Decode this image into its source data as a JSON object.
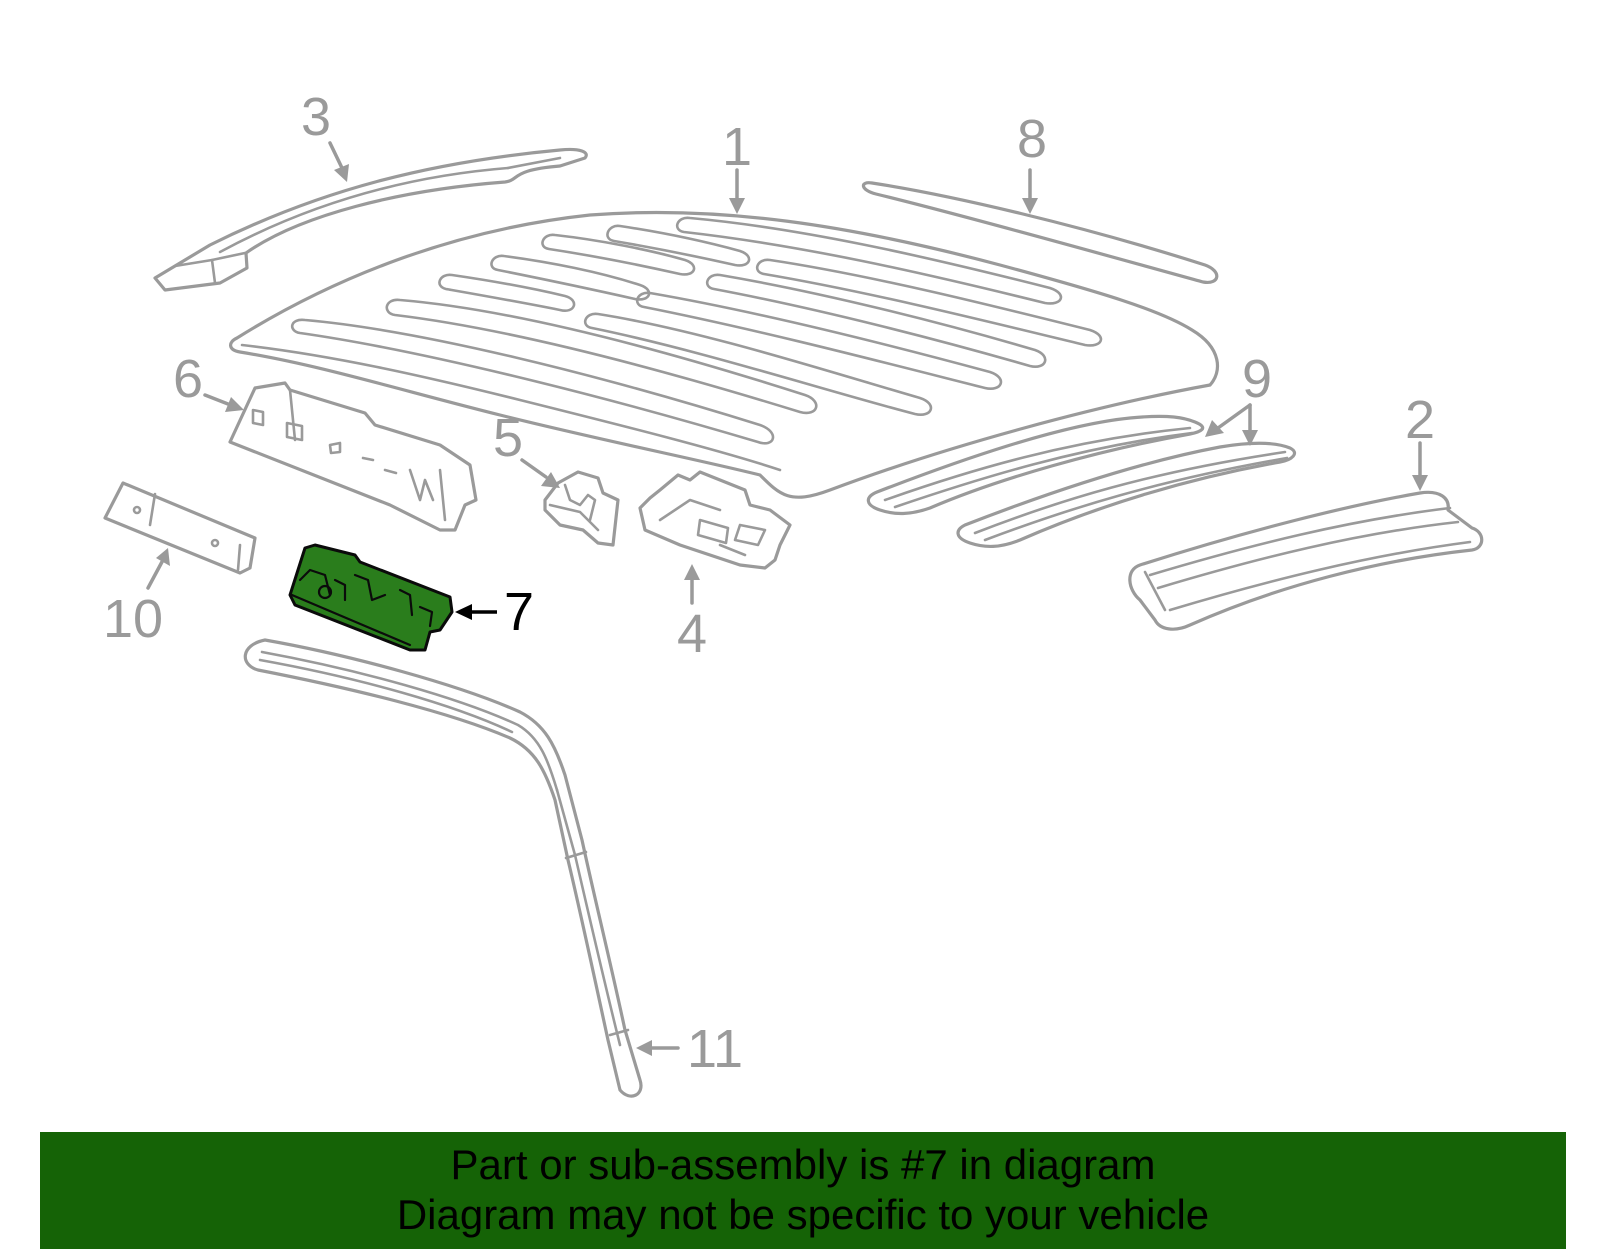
{
  "diagram": {
    "callouts": {
      "part_1": "1",
      "part_2": "2",
      "part_3": "3",
      "part_4": "4",
      "part_5": "5",
      "part_6": "6",
      "part_7": "7",
      "part_8": "8",
      "part_9": "9",
      "part_10": "10",
      "part_11": "11"
    },
    "highlighted_part": "7",
    "colors": {
      "highlight_fill": "#2a7d1c",
      "line_art": "#9a9a9a",
      "banner": "#156306"
    }
  },
  "banner": {
    "line1": "Part or sub-assembly is #7 in diagram",
    "line2": "Diagram may not be specific to your vehicle"
  }
}
